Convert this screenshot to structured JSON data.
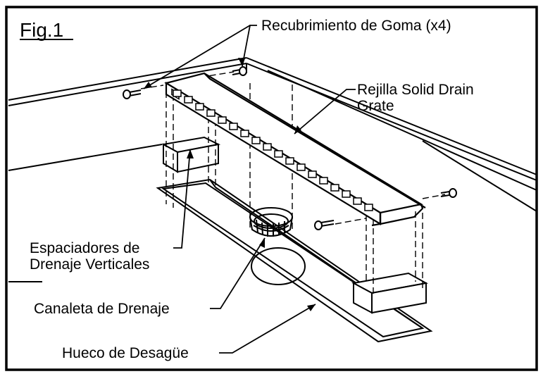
{
  "figure": {
    "label": "Fig.1",
    "callouts": {
      "rubber_caps": "Recubrimiento de Goma (x4)",
      "grate_line1": "Rejilla Solid Drain",
      "grate_line2": "Grate",
      "spacers_line1": "Espaciadores de",
      "spacers_line2": "Drenaje Verticales",
      "channel": "Canaleta de Drenaje",
      "hole": "Hueco de Desagüe"
    }
  },
  "colors": {
    "ink": "#000000",
    "background": "#ffffff"
  }
}
